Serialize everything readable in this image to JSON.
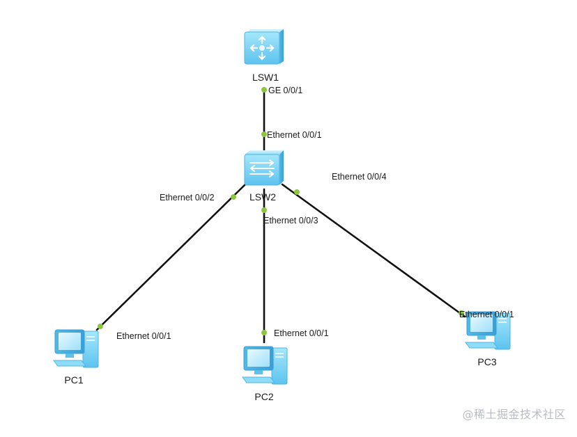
{
  "devices": {
    "lsw1": {
      "label": "LSW1",
      "icon": "router-switch-icon"
    },
    "lsw2": {
      "label": "LSW2",
      "icon": "switch-icon"
    },
    "pc1": {
      "label": "PC1",
      "icon": "pc-icon"
    },
    "pc2": {
      "label": "PC2",
      "icon": "pc-icon"
    },
    "pc3": {
      "label": "PC3",
      "icon": "pc-icon"
    }
  },
  "links": [
    {
      "from": "LSW1",
      "from_port": "GE 0/0/1",
      "to": "LSW2",
      "to_port": "Ethernet 0/0/1"
    },
    {
      "from": "LSW2",
      "from_port": "Ethernet 0/0/2",
      "to": "PC1",
      "to_port": "Ethernet 0/0/1"
    },
    {
      "from": "LSW2",
      "from_port": "Ethernet 0/0/3",
      "to": "PC2",
      "to_port": "Ethernet 0/0/1"
    },
    {
      "from": "LSW2",
      "from_port": "Ethernet 0/0/4",
      "to": "PC3",
      "to_port": "Ethernet 0/0/1"
    }
  ],
  "watermark": "@稀土掘金技术社区",
  "colors": {
    "link": "#111111",
    "port_dot": "#8cc63f",
    "device_light": "#b9ecff",
    "device_mid": "#79d3f7",
    "device_dark": "#3fa9dd"
  }
}
